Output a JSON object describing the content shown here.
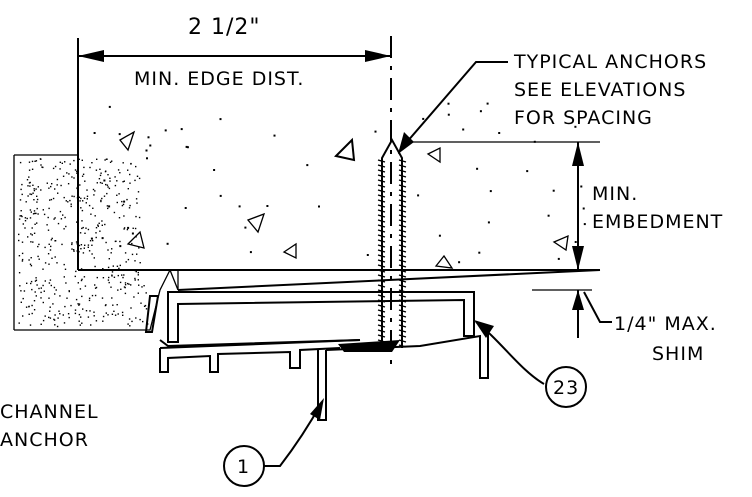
{
  "dimension_width": "2 1/2\"",
  "edge_label": "MIN. EDGE DIST.",
  "anchor_note": [
    "TYPICAL ANCHORS",
    "SEE ELEVATIONS",
    "FOR SPACING"
  ],
  "embed_label": [
    "MIN.",
    "EMBEDMENT"
  ],
  "shim_label": [
    "1/4\" MAX.",
    "SHIM"
  ],
  "channel_label": [
    "CHANNEL",
    "ANCHOR"
  ],
  "callout_23": "23",
  "callout_1": "1"
}
